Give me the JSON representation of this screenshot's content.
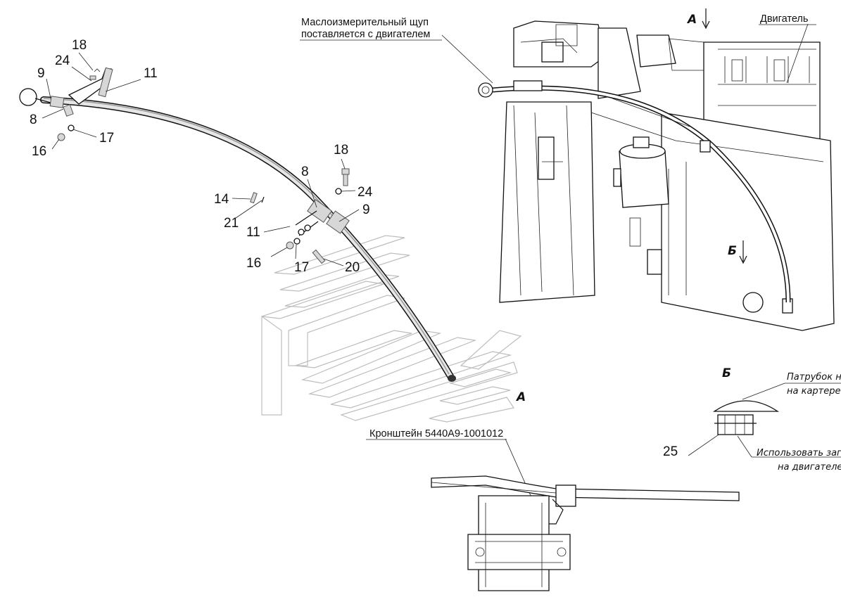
{
  "callouts": {
    "dipstick_note_line1": "Маслоизмерительный щуп",
    "dipstick_note_line2": "поставляется с двигателем",
    "engine": "Двигатель",
    "bracket": "Кронштейн 5440А9-1001012",
    "pipe_line1": "Патрубок на",
    "pipe_line2": "на картере",
    "plug_line1": "Использовать загл",
    "plug_line2": "на двигателе"
  },
  "views": {
    "view_a_arrow": "А",
    "view_b_arrow": "Б",
    "view_a_mark": "А",
    "view_b_title": "Б"
  },
  "positions": {
    "p18_top": "18",
    "p24_top": "24",
    "p9_top": "9",
    "p11_top": "11",
    "p8_top": "8",
    "p17_top": "17",
    "p16_top": "16",
    "p18_mid": "18",
    "p8_mid": "8",
    "p24_mid": "24",
    "p14": "14",
    "p9_mid": "9",
    "p21": "21",
    "p11_mid": "11",
    "p16_mid": "16",
    "p17_mid": "17",
    "p20": "20",
    "p25": "25"
  }
}
